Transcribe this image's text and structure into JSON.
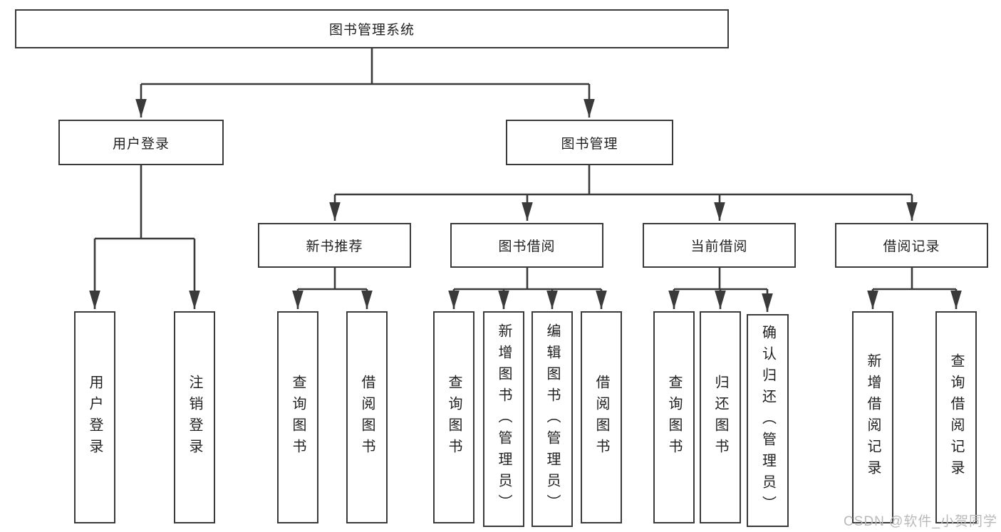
{
  "diagram": {
    "root": {
      "label": "图书管理系统"
    },
    "branches": [
      {
        "label": "用户登录",
        "children": [
          {
            "label": "用户登录"
          },
          {
            "label": "注销登录"
          }
        ]
      },
      {
        "label": "图书管理",
        "sections": [
          {
            "label": "新书推荐",
            "children": [
              {
                "label": "查询图书"
              },
              {
                "label": "借阅图书"
              }
            ]
          },
          {
            "label": "图书借阅",
            "children": [
              {
                "label": "查询图书"
              },
              {
                "label": "新增图书（管理员）"
              },
              {
                "label": "编辑图书（管理员）"
              },
              {
                "label": "借阅图书"
              }
            ]
          },
          {
            "label": "当前借阅",
            "children": [
              {
                "label": "查询图书"
              },
              {
                "label": "归还图书"
              },
              {
                "label": "确认归还（管理员）"
              }
            ]
          },
          {
            "label": "借阅记录",
            "children": [
              {
                "label": "新增借阅记录"
              },
              {
                "label": "查询借阅记录"
              }
            ]
          }
        ]
      }
    ]
  },
  "watermark": {
    "text": "CSDN @软件_小贺同学"
  },
  "colors": {
    "line": "#3a3a3a",
    "text": "#222222",
    "box_background": "#ffffff",
    "watermark": "#b9b9b9",
    "background": "#ffffff"
  }
}
